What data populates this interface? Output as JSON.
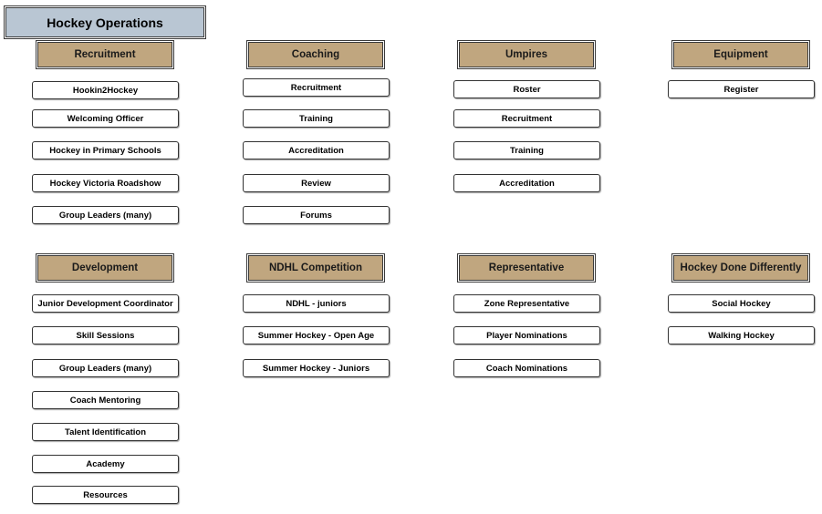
{
  "title": "Hockey Operations",
  "groups": [
    {
      "name": "Recruitment",
      "items": [
        "Hookin2Hockey",
        "Welcoming Officer",
        "Hockey in Primary Schools",
        "Hockey Victoria Roadshow",
        "Group Leaders (many)"
      ]
    },
    {
      "name": "Coaching",
      "items": [
        "Recruitment",
        "Training",
        "Accreditation",
        "Review",
        "Forums"
      ]
    },
    {
      "name": "Umpires",
      "items": [
        "Roster",
        "Recruitment",
        "Training",
        "Accreditation"
      ]
    },
    {
      "name": "Equipment",
      "items": [
        "Register"
      ]
    },
    {
      "name": "Development",
      "items": [
        "Junior Development Coordinator",
        "Skill Sessions",
        "Group Leaders (many)",
        "Coach Mentoring",
        "Talent Identification",
        "Academy",
        "Resources"
      ]
    },
    {
      "name": "NDHL Competition",
      "items": [
        "NDHL - juniors",
        "Summer Hockey - Open Age",
        "Summer Hockey - Juniors"
      ]
    },
    {
      "name": "Representative",
      "items": [
        "Zone Representative",
        "Player Nominations",
        "Coach Nominations"
      ]
    },
    {
      "name": "Hockey Done Differently",
      "items": [
        "Social Hockey",
        "Walking Hockey"
      ]
    }
  ]
}
